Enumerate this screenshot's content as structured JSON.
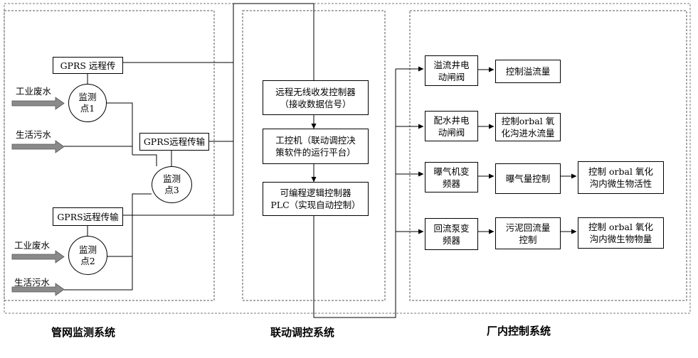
{
  "sections": {
    "pipe_network": "管网监测系统",
    "linkage": "联动调控系统",
    "plant": "厂内控制系统"
  },
  "pipe_network": {
    "gprs_top": "GPRS 远程传",
    "gprs_middle": "GPRS远程传输",
    "gprs_bottom": "GPRS远程传输",
    "point1": "监测\n点1",
    "point2": "监测\n点2",
    "point3": "监测\n点3",
    "industrial_wastewater_1": "工业废水",
    "domestic_sewage_1": "生活污水",
    "industrial_wastewater_2": "工业废水",
    "domestic_sewage_2": "生活污水"
  },
  "linkage": {
    "wireless_controller": "远程无线收发控制器\n（接收数据信号）",
    "ipc": "工控机（联动调控决\n策软件的运行平台）",
    "plc": "可编程逻辑控制器\nPLC（实现自动控制）"
  },
  "plant": {
    "overflow_valve": "溢流井电\n动闸阀",
    "overflow_control": "控制溢流量",
    "distribution_valve": "配水井电\n动闸阀",
    "orbal_inflow": "控制orbal 氧\n化沟进水流量",
    "aerator_vfd": "曝气机变\n频器",
    "aeration_control": "曝气量控制",
    "orbal_activity": "控制 orbal 氧化\n沟内微生物活性",
    "return_pump_vfd": "回流泵变\n频器",
    "sludge_return": "污泥回流量\n控制",
    "orbal_biomass": "控制 orbal 氧化\n沟内微生物物量"
  }
}
